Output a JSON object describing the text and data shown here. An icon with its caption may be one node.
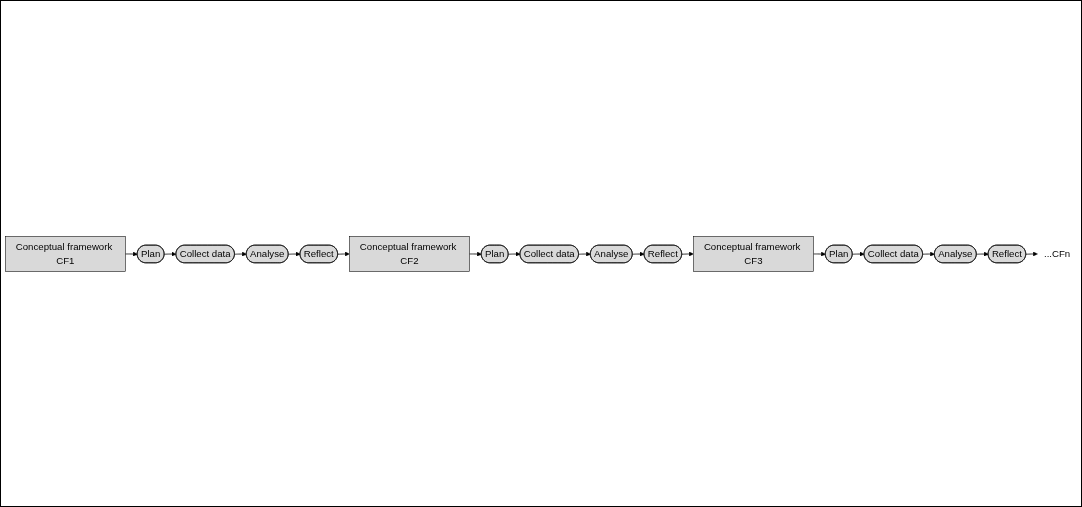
{
  "diagram": {
    "nodes": [
      {
        "text": [
          "Conceptual framework CF1"
        ]
      },
      {
        "text": [
          "Reflect"
        ]
      },
      {
        "text": [
          "Plan"
        ]
      },
      {
        "text": [
          "Analyse"
        ]
      },
      {
        "text": [
          "Collect data"
        ]
      },
      {
        "text": [
          "Conceptual framework CF2"
        ]
      },
      {
        "text": [
          "Reflect"
        ]
      },
      {
        "text": [
          "Plan"
        ]
      },
      {
        "text": [
          "Analyse"
        ]
      },
      {
        "text": [
          "Collect data"
        ]
      },
      {
        "text": [
          "Conceptual framework CF3"
        ]
      },
      {
        "text": [
          "Reflect"
        ]
      },
      {
        "text": [
          "Plan"
        ]
      },
      {
        "text": [
          "Analyse"
        ]
      },
      {
        "text": [
          "Collect data"
        ]
      },
      {
        "text": [
          "...CFn"
        ]
      }
    ],
    "edges": [
      {
        "from": 0,
        "to": 2,
        "arrow": "to"
      },
      {
        "from": 2,
        "to": 4,
        "arrow": "to"
      },
      {
        "from": 4,
        "to": 3,
        "arrow": "to"
      },
      {
        "from": 3,
        "to": 1,
        "arrow": "to"
      },
      {
        "from": 1,
        "to": 5,
        "arrow": "to"
      },
      {
        "from": 5,
        "to": 7,
        "arrow": "to"
      },
      {
        "from": 7,
        "to": 9,
        "arrow": "to"
      },
      {
        "from": 9,
        "to": 8,
        "arrow": "to"
      },
      {
        "from": 8,
        "to": 6,
        "arrow": "to"
      },
      {
        "from": 6,
        "to": 10,
        "arrow": "to"
      },
      {
        "from": 10,
        "to": 12,
        "arrow": "to"
      },
      {
        "from": 12,
        "to": 14,
        "arrow": "to"
      },
      {
        "from": 14,
        "to": 13,
        "arrow": "to"
      },
      {
        "from": 13,
        "to": 11,
        "arrow": "to"
      },
      {
        "from": 11,
        "to": 15,
        "arrow": "to"
      }
    ]
  }
}
